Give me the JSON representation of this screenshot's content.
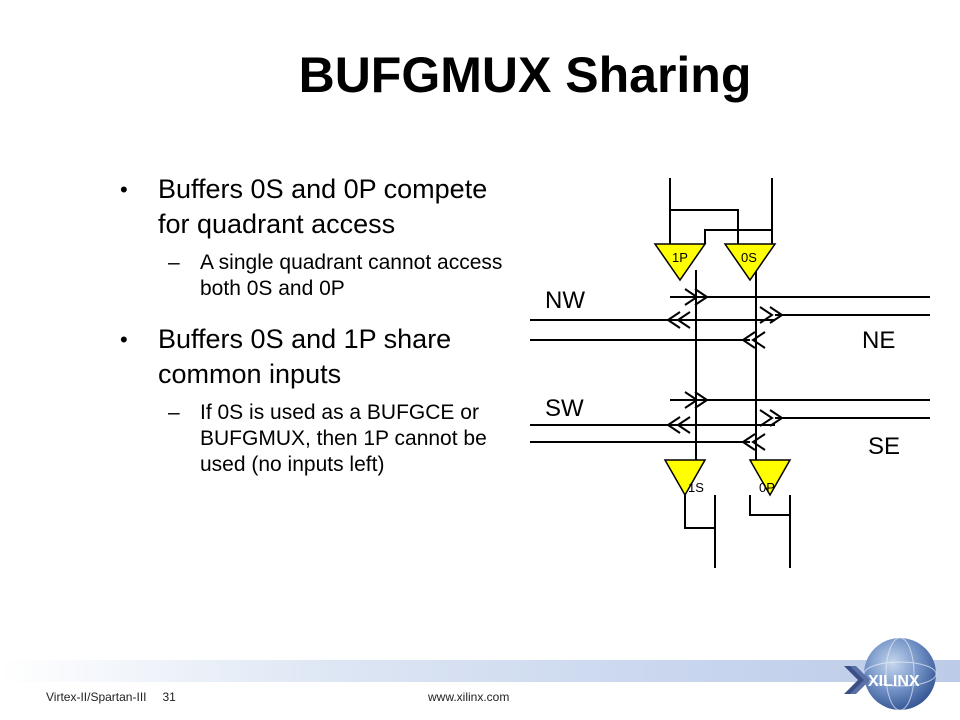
{
  "title": "BUFGMUX Sharing",
  "bullets": [
    {
      "text": "Buffers 0S and 0P compete for quadrant access",
      "sub": "A single quadrant cannot access both 0S and 0P"
    },
    {
      "text": "Buffers 0S and 1P share common inputs",
      "sub": "If 0S is used as a BUFGCE or BUFGMUX, then 1P cannot be used (no inputs left)"
    }
  ],
  "diagram": {
    "buffers": {
      "top_left": "1P",
      "top_right": "0S",
      "bottom_left": "1S",
      "bottom_right": "0P"
    },
    "quadrants": {
      "nw": "NW",
      "ne": "NE",
      "sw": "SW",
      "se": "SE"
    },
    "buffer_color": "#ffff00"
  },
  "footer": {
    "left": "Virtex-II/Spartan-III",
    "page": "31",
    "url": "www.xilinx.com",
    "logo": "XILINX"
  }
}
